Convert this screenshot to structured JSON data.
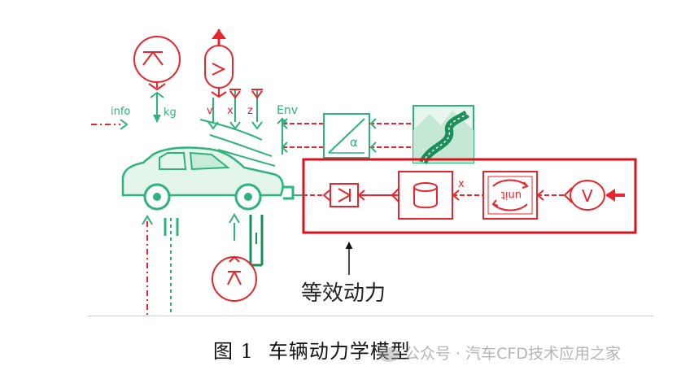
{
  "colors": {
    "red": "#e8242c",
    "green": "#2db37c",
    "dark_green": "#1a8f5a",
    "highlight_box": "#d9121b"
  },
  "labels": {
    "info": "info",
    "kg": "kg",
    "v": "v",
    "x": "x",
    "z": "z",
    "env": "Env",
    "alpha": "α",
    "x_signal": "x",
    "unit": "unit",
    "V": "V"
  },
  "icons": [
    "k-sensor-icon",
    "velocity-sensor-icon",
    "car-icon",
    "road-environment-icon",
    "gain-block-icon",
    "table-lookup-icon",
    "unit-conversion-icon",
    "velocity-source-icon"
  ],
  "callout": {
    "text": "等效动力"
  },
  "caption": {
    "figure_number": "图 1",
    "title": "车辆动力学模型"
  },
  "watermark": {
    "text": "公众号 · 汽车CFD技术应用之家"
  }
}
